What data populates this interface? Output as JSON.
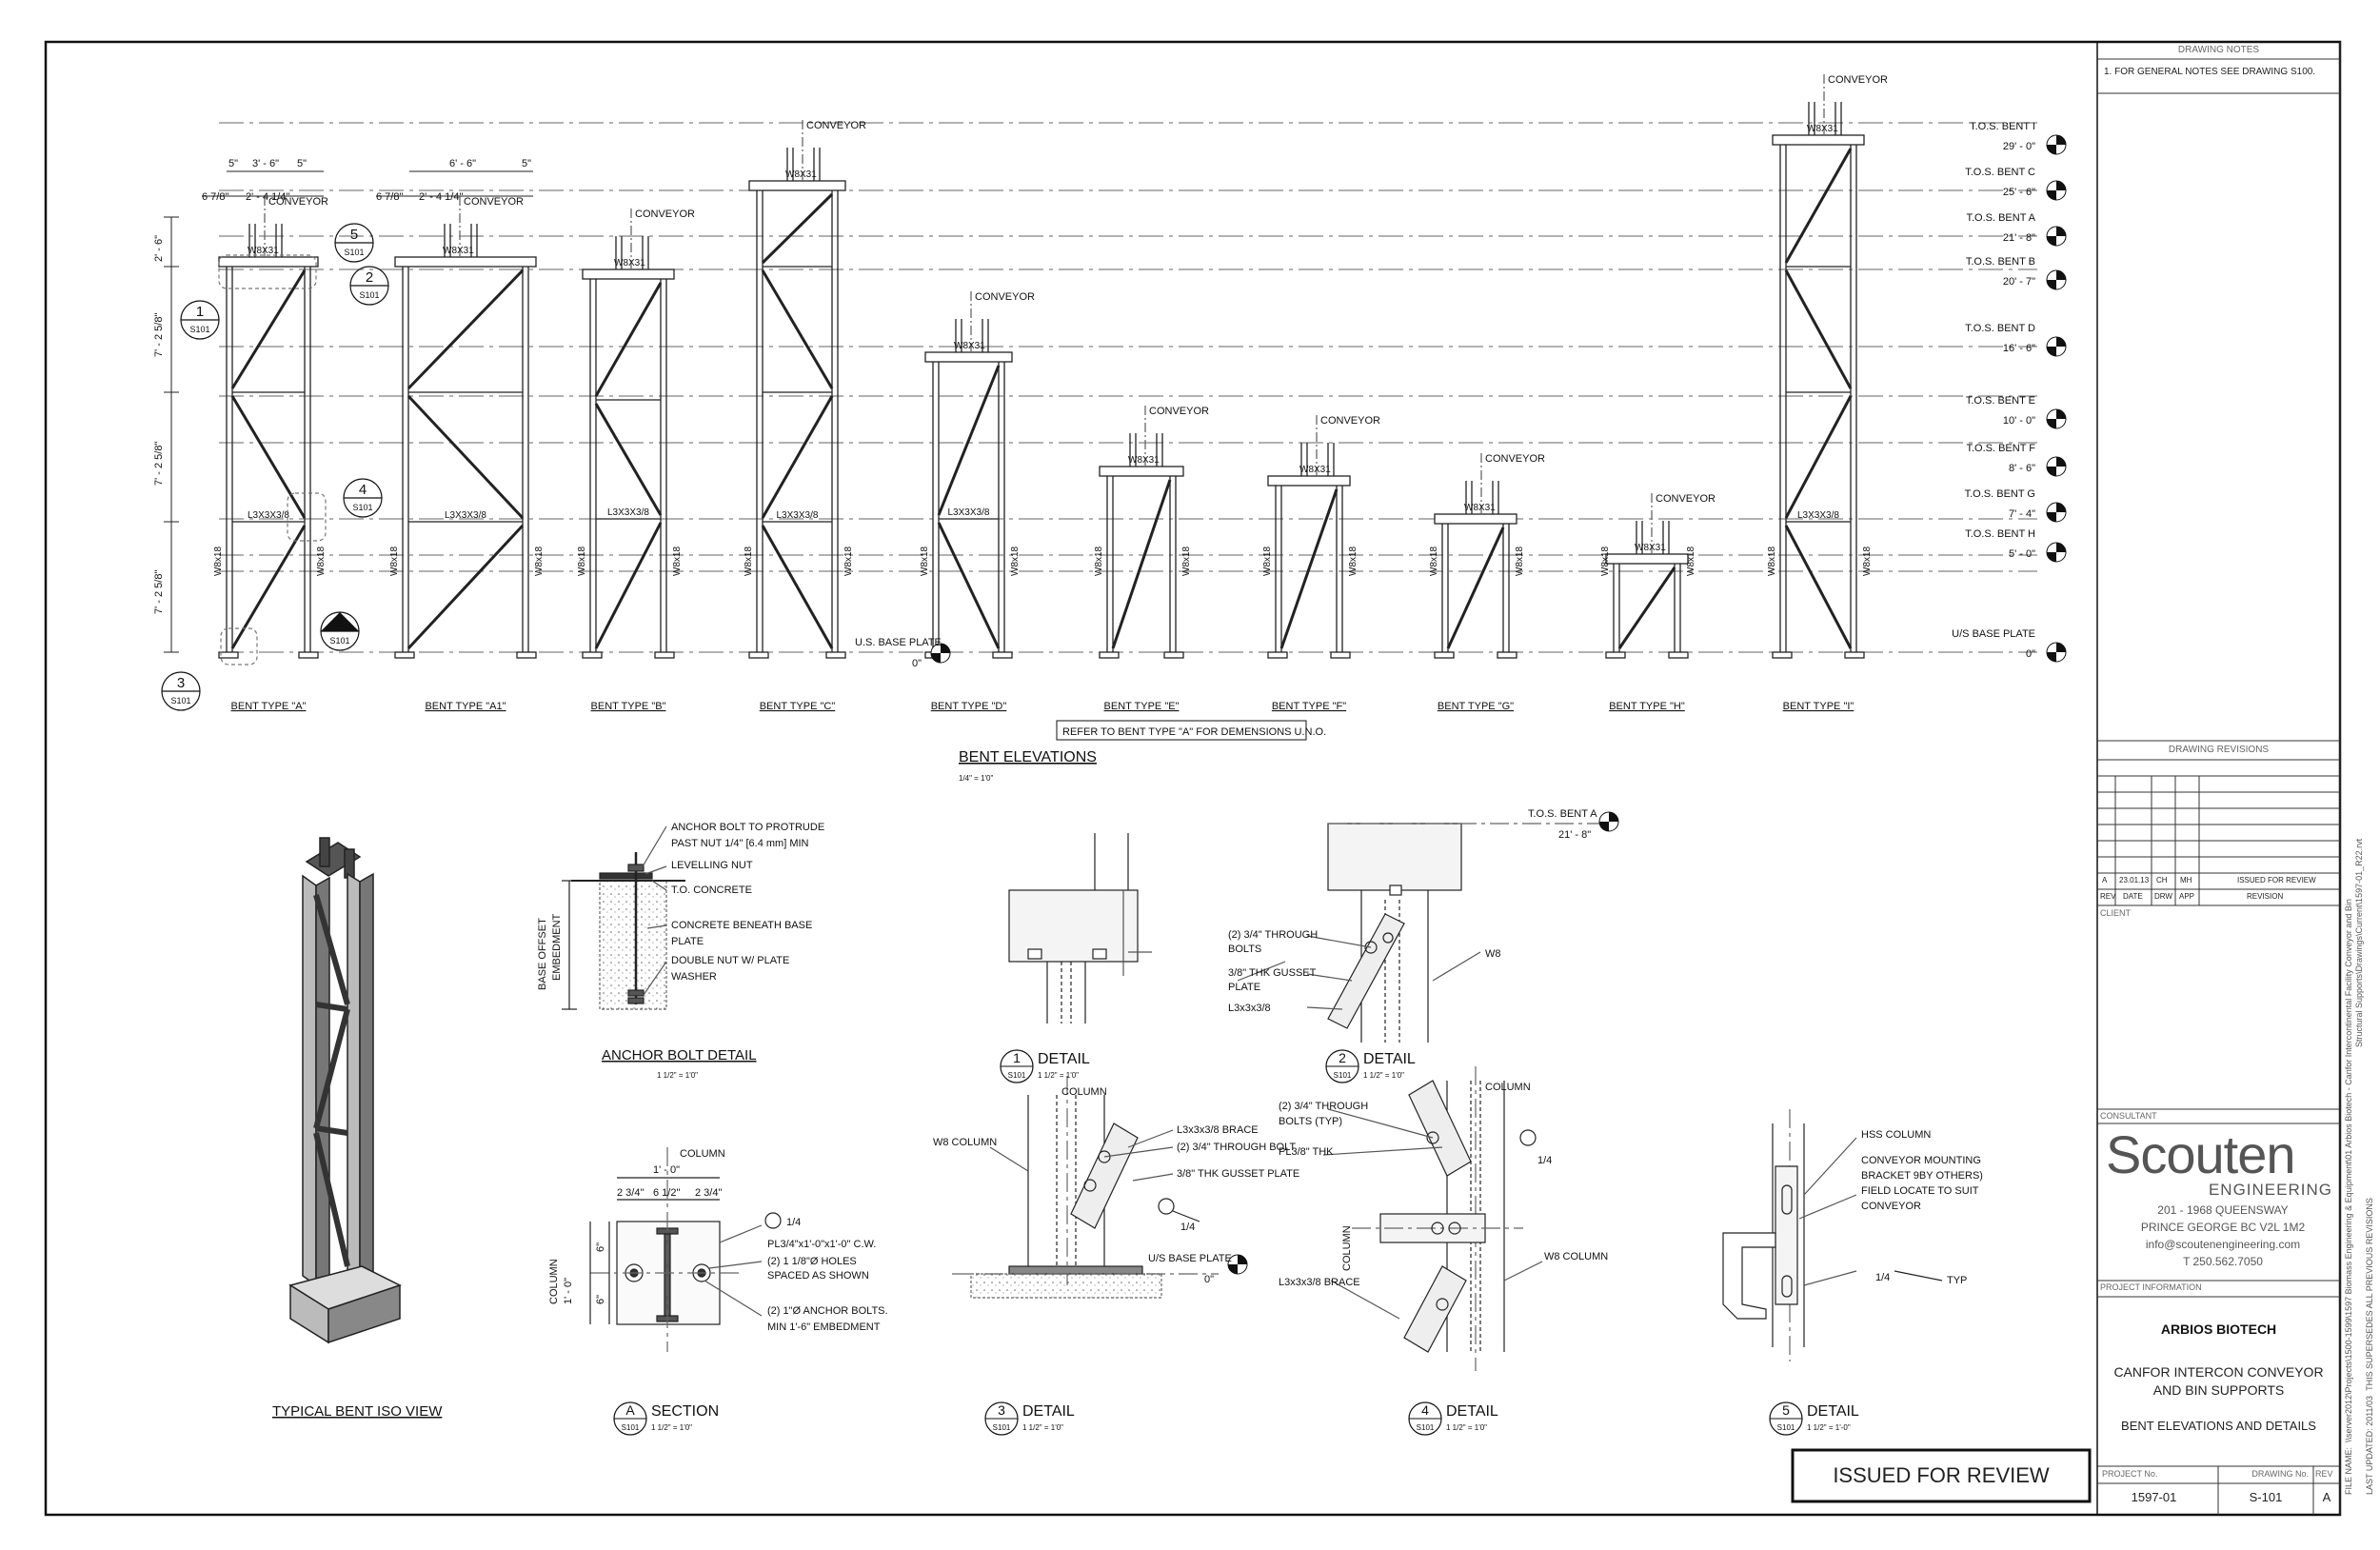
{
  "notes": {
    "header": "DRAWING NOTES",
    "items": [
      "1.   FOR GENERAL NOTES SEE DRAWING S100."
    ]
  },
  "elevations": {
    "title": "BENT ELEVATIONS",
    "scale": "1/4\" = 1'0\"",
    "refer_note": "REFER TO BENT TYPE \"A\" FOR  DEMENSIONS U.N.O.",
    "conveyor_label": "CONVEYOR",
    "col_label": "W8x18",
    "beam_label": "W8X31",
    "brace_label": "L3X3X3/8",
    "bents": [
      {
        "label": "BENT TYPE \"A\"",
        "levels": 3
      },
      {
        "label": "BENT TYPE \"A1\"",
        "levels": 3
      },
      {
        "label": "BENT TYPE \"B\"",
        "levels": 3
      },
      {
        "label": "BENT TYPE \"C\"",
        "levels": 4
      },
      {
        "label": "BENT TYPE \"D\"",
        "levels": 2
      },
      {
        "label": "BENT TYPE \"E\"",
        "levels": 1
      },
      {
        "label": "BENT TYPE \"F\"",
        "levels": 1
      },
      {
        "label": "BENT TYPE \"G\"",
        "levels": 1
      },
      {
        "label": "BENT TYPE \"H\"",
        "levels": 1
      },
      {
        "label": "BENT TYPE \"I\"",
        "levels": 4
      }
    ],
    "dims_top": [
      "5\"",
      "3' - 6\"",
      "5\"",
      "6 7/8\"",
      "2' - 4 1/4\"",
      "6' - 6\"",
      "5\""
    ],
    "dims_left": [
      "2' - 6\"",
      "7' - 2 5/8\"",
      "7' - 2 5/8\"",
      "7' - 2 5/8\""
    ],
    "levels": [
      {
        "name": "T.O.S. BENT I",
        "elev": "29' - 0\""
      },
      {
        "name": "T.O.S. BENT C",
        "elev": "25' - 6\""
      },
      {
        "name": "T.O.S. BENT A",
        "elev": "21' - 8\""
      },
      {
        "name": "T.O.S. BENT B",
        "elev": "20' - 7\""
      },
      {
        "name": "T.O.S. BENT D",
        "elev": "16' - 6\""
      },
      {
        "name": "T.O.S. BENT E",
        "elev": "10' - 0\""
      },
      {
        "name": "T.O.S. BENT F",
        "elev": "8' - 6\""
      },
      {
        "name": "T.O.S. BENT G",
        "elev": "7' - 4\""
      },
      {
        "name": "T.O.S. BENT H",
        "elev": "5' - 0\""
      },
      {
        "name": "U/S BASE PLATE",
        "elev": "0\""
      }
    ],
    "us_base_plate": "U.S. BASE PLATE",
    "zero": "0\"",
    "callouts": [
      {
        "num": "1",
        "sheet": "S101"
      },
      {
        "num": "2",
        "sheet": "S101"
      },
      {
        "num": "3",
        "sheet": "S101"
      },
      {
        "num": "4",
        "sheet": "S101"
      },
      {
        "num": "5",
        "sheet": "S101"
      },
      {
        "num": "A",
        "sheet": "S101"
      }
    ]
  },
  "iso": {
    "title": "TYPICAL BENT ISO VIEW"
  },
  "anchor": {
    "title": "ANCHOR BOLT DETAIL",
    "scale": "1 1/2\" = 1'0\"",
    "notes": [
      "ANCHOR BOLT TO PROTRUDE",
      "PAST NUT 1/4\" [6.4 mm] MIN",
      "LEVELLING NUT",
      "T.O. CONCRETE",
      "CONCRETE BENEATH BASE",
      "PLATE",
      "DOUBLE NUT W/ PLATE",
      "WASHER"
    ],
    "side_label_1": "BASE OFFSET",
    "side_label_2": "EMBEDMENT"
  },
  "details": [
    {
      "num": "1",
      "sheet": "S101",
      "title": "DETAIL",
      "scale": "1 1/2\" = 1'0\""
    },
    {
      "num": "2",
      "sheet": "S101",
      "title": "DETAIL",
      "scale": "1 1/2\" = 1'0\""
    },
    {
      "num": "A",
      "sheet": "S101",
      "title": "SECTION",
      "scale": "1 1/2\" = 1'0\""
    },
    {
      "num": "3",
      "sheet": "S101",
      "title": "DETAIL",
      "scale": "1 1/2\" = 1'0\""
    },
    {
      "num": "4",
      "sheet": "S101",
      "title": "DETAIL",
      "scale": "1 1/2\" = 1'0\""
    },
    {
      "num": "5",
      "sheet": "S101",
      "title": "DETAIL",
      "scale": "1 1/2\" = 1'-0\""
    }
  ],
  "detail2": {
    "level_name": "T.O.S. BENT A",
    "level_elev": "21' - 8\"",
    "notes": [
      "(2) 3/4\" THROUGH",
      "BOLTS",
      "3/8\" THK GUSSET",
      "PLATE",
      "L3x3x3/8",
      "W8"
    ]
  },
  "sectionA": {
    "column": "COLUMN",
    "dim_overall": "1' - 0\"",
    "dims": [
      "2 3/4\"",
      "6 1/2\"",
      "2 3/4\""
    ],
    "dims_v": [
      "6\"",
      "6\""
    ],
    "dim_v_overall": "1' - 0\"",
    "notes": [
      "PL3/4\"x1'-0\"x1'-0\" C.W.",
      "(2) 1 1/8\"Ø HOLES",
      "SPACED AS SHOWN",
      "(2) 1\"Ø ANCHOR BOLTS.",
      "MIN 1'-6\" EMBEDMENT"
    ],
    "weld": "1/4"
  },
  "detail3": {
    "column": "COLUMN",
    "notes": [
      "W8 COLUMN",
      "L3x3x3/8 BRACE",
      "(2) 3/4\" THROUGH BOLT",
      "3/8\" THK GUSSET PLATE",
      "U/S BASE PLATE",
      "0\""
    ],
    "weld": "1/4"
  },
  "detail4": {
    "column": "COLUMN",
    "notes": [
      "(2) 3/4\" THROUGH",
      "BOLTS (TYP)",
      "PL3/8\" THK",
      "W8 COLUMN",
      "L3x3x3/8 BRACE"
    ],
    "weld": "1/4"
  },
  "detail5": {
    "notes": [
      "HSS COLUMN",
      "CONVEYOR MOUNTING",
      "BRACKET 9BY OTHERS)",
      "FIELD LOCATE TO SUIT",
      "CONVEYOR",
      "TYP"
    ],
    "weld": "1/4"
  },
  "revisions": {
    "header": "DRAWING REVISIONS",
    "row": [
      "A",
      "23.01.13",
      "CH",
      "MH",
      "ISSUED FOR REVIEW"
    ],
    "cols": [
      "REV",
      "DATE",
      "DRW",
      "APP",
      "REVISION"
    ]
  },
  "client_label": "CLIENT",
  "consultant_label": "CONSULTANT",
  "company": {
    "name": "Scouten",
    "sub": "ENGINEERING",
    "address1": "201 - 1968 QUEENSWAY",
    "address2": "PRINCE GEORGE BC V2L 1M2",
    "email": "info@scoutenengineering.com",
    "phone": "T  250.562.7050"
  },
  "project_info_label": "PROJECT INFORMATION",
  "project": {
    "client": "ARBIOS BIOTECH",
    "title1": "CANFOR INTERCON CONVEYOR",
    "title2": "AND BIN SUPPORTS",
    "sheet_title": "BENT ELEVATIONS AND DETAILS"
  },
  "footer": {
    "project_no_label": "PROJECT No.",
    "project_no": "1597-01",
    "drawing_no_label": "DRAWING No.",
    "drawing_no": "S-101",
    "rev_label": "REV",
    "rev": "A"
  },
  "side_text": {
    "file_label": "FILE NAME:",
    "file_path1": "\\\\server2012\\Projects\\1500-1599\\1597 Biomass Engineering & Equipment\\01 Arbios Biotech - Canfor Intercontinental Facility Conveyor and Bin",
    "file_path2": "Structural Supports\\Drawings\\Current\\1597-01_R22.rvt",
    "updated_label": "LAST UPDATED:",
    "updated": "2011/03",
    "supersedes": "THIS SUPERSEDES ALL PREVIOUS",
    "revisions": "REVISIONS"
  },
  "issued": "ISSUED FOR REVIEW"
}
